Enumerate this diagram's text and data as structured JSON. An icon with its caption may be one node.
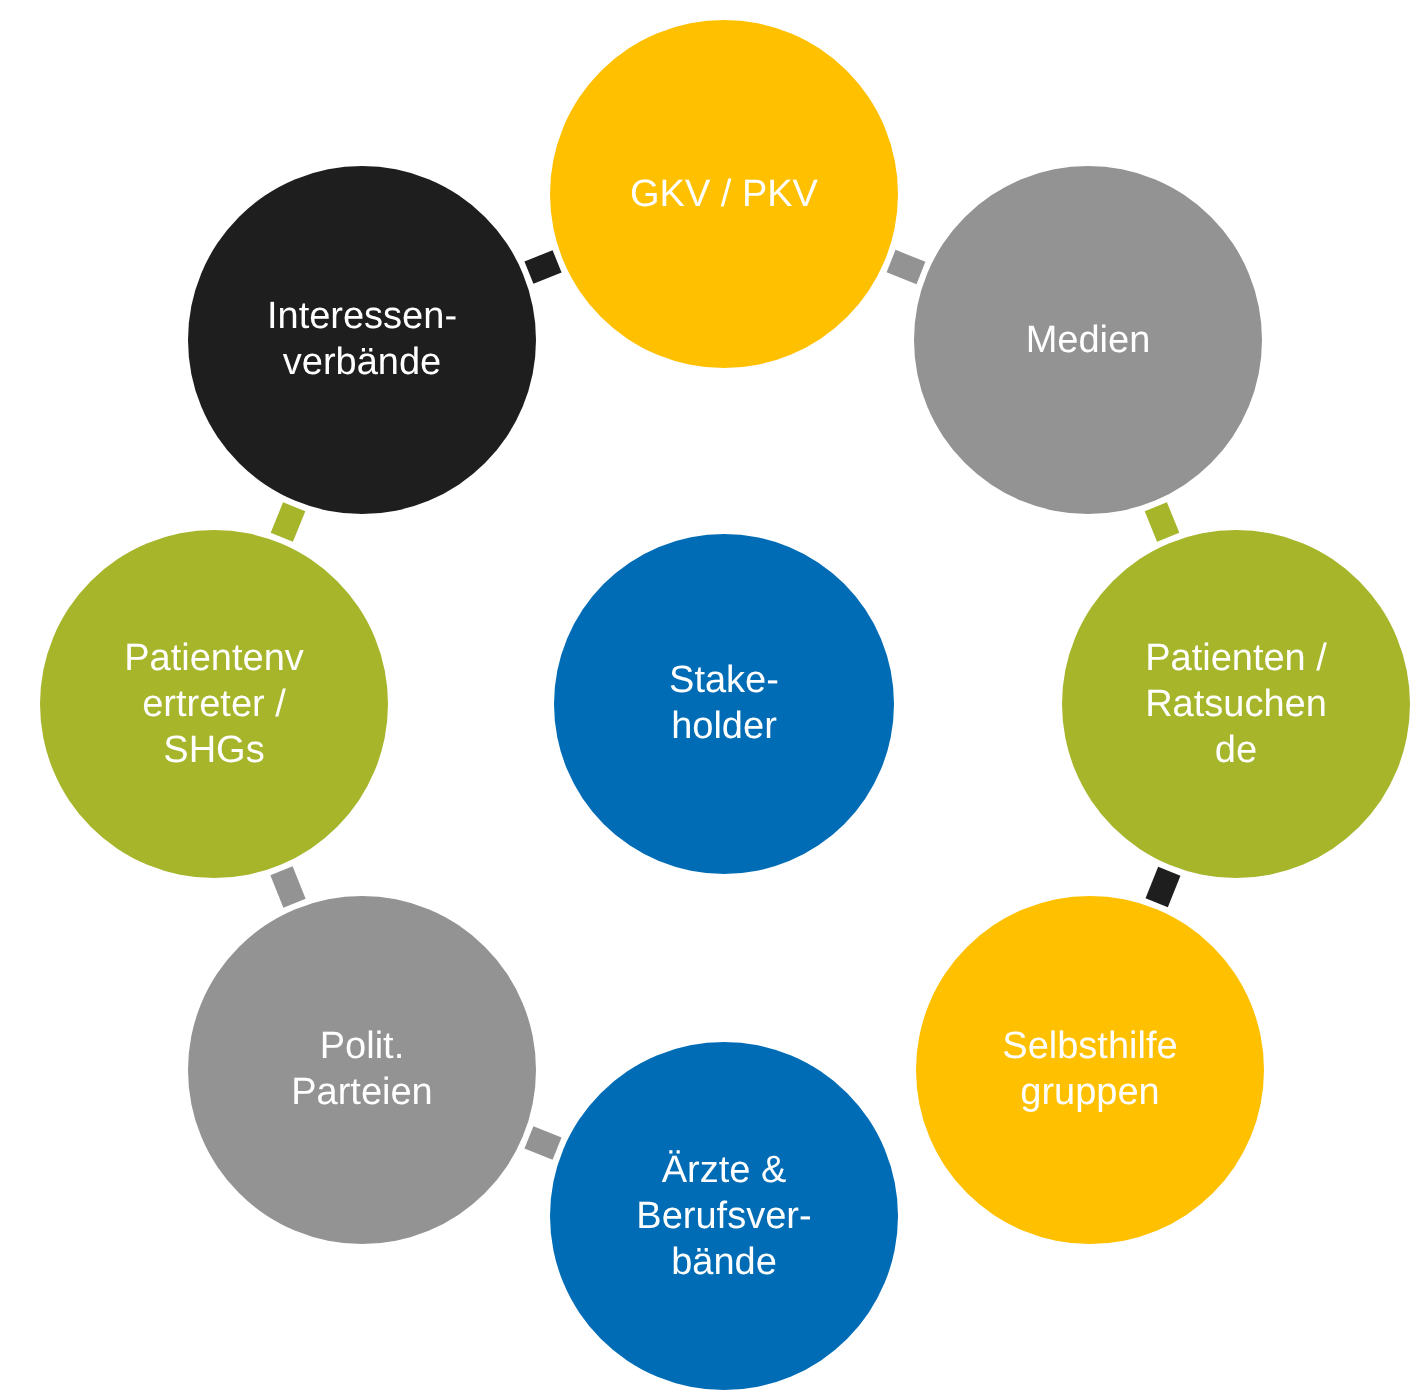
{
  "diagram": {
    "nodes": [
      {
        "text": [
          "GKV / PKV"
        ]
      },
      {
        "text": [
          "Medien"
        ]
      },
      {
        "text": [
          "Patienten / Ratsuchen de"
        ]
      },
      {
        "text": [
          "Selbsthilfe gruppen"
        ]
      },
      {
        "text": [
          "Ärzte & Berufsver- bände"
        ]
      },
      {
        "text": [
          "Polit. Parteien"
        ]
      },
      {
        "text": [
          "Patientenv ertreter / SHGs"
        ]
      },
      {
        "text": [
          "Interessen- verbände"
        ]
      },
      {
        "text": [
          "Stake- holder"
        ]
      }
    ],
    "edges": [
      {
        "from": 7,
        "to": 0,
        "arrow": "none",
        "color": "#1e1e1e"
      },
      {
        "from": 0,
        "to": 1,
        "arrow": "none"
      },
      {
        "from": 1,
        "to": 2,
        "arrow": "none",
        "color": "#a6b52a"
      },
      {
        "from": 2,
        "to": 3,
        "arrow": "none",
        "color": "#1e1e1e"
      },
      {
        "from": 4,
        "to": 5,
        "arrow": "none"
      },
      {
        "from": 5,
        "to": 6,
        "arrow": "none"
      },
      {
        "from": 6,
        "to": 7,
        "arrow": "none",
        "color": "#a6b52a"
      }
    ]
  }
}
